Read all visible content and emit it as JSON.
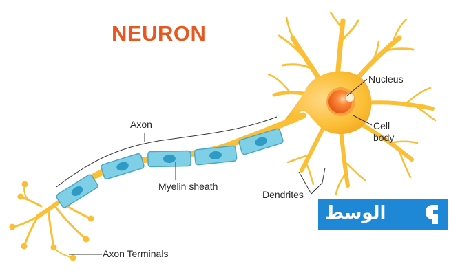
{
  "title": "NEURON",
  "labels": {
    "axon": "Axon",
    "myelin_sheath": "Myelin sheath",
    "dendrites": "Dendrites",
    "nucleus": "Nucleus",
    "cell_body_line1": "Cell",
    "cell_body_line2": "body",
    "axon_terminals": "Axon Terminals"
  },
  "logo": {
    "text": "الوسط"
  },
  "colors": {
    "title": "#e8571f",
    "neuron_fill": "#fbbf35",
    "neuron_dark": "#f0a21d",
    "myelin_fill": "#7fd0e6",
    "myelin_stroke": "#4aa7c8",
    "node": "#2f9bc4",
    "nucleus": "#f06a17",
    "logo_bg": "#1e88d6"
  }
}
